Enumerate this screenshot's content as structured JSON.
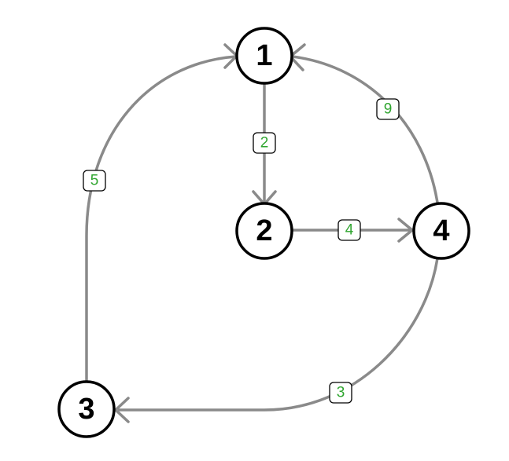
{
  "graph": {
    "nodes": [
      {
        "id": "1",
        "label": "1"
      },
      {
        "id": "2",
        "label": "2"
      },
      {
        "id": "3",
        "label": "3"
      },
      {
        "id": "4",
        "label": "4"
      }
    ],
    "edges": [
      {
        "from": "1",
        "to": "2",
        "weight": "2"
      },
      {
        "from": "2",
        "to": "4",
        "weight": "4"
      },
      {
        "from": "4",
        "to": "1",
        "weight": "9"
      },
      {
        "from": "4",
        "to": "3",
        "weight": "3"
      },
      {
        "from": "3",
        "to": "1",
        "weight": "5"
      }
    ],
    "colors": {
      "edge": "#8a8a8a",
      "weight_text": "#2fa52f",
      "node_border": "#000000"
    }
  }
}
